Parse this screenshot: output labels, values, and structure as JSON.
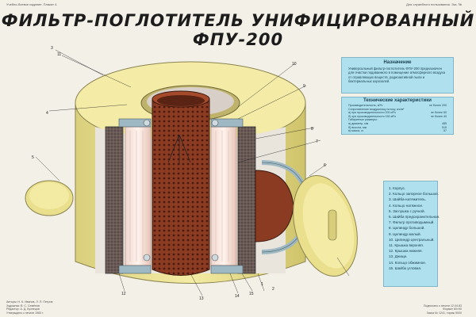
{
  "header": {
    "left_note": "Учебно-боевое издание. Плакат 4.",
    "right_note": "Для служебного пользования. Экз. №",
    "title": "ФИЛЬТР-ПОГЛОТИТЕЛЬ УНИФИЦИРОВАННЫЙ ФПУ-200"
  },
  "purpose": {
    "heading": "Назначение",
    "text": "Универсальный фильтр-поглотитель ФПУ-200 предназначен для очистки подаваемого в помещение атмосферного воздуха от отравляющих веществ, радиоактивной пыли и бактериальных аэрозолей."
  },
  "specs": {
    "heading": "Технические характеристики",
    "rows": [
      {
        "label": "Производительность, м³/ч",
        "value": "не более 200"
      },
      {
        "label": "Сопротивление воздушному потоку, кгс/м²",
        "value": ""
      },
      {
        "label": "а) при производительности 200 м³/ч",
        "value": "не более 60"
      },
      {
        "label": "б) при производительности 150 м³/ч",
        "value": "не более 40"
      },
      {
        "label": "Габаритные размеры:",
        "value": ""
      },
      {
        "label": "а) диаметр, мм",
        "value": "485"
      },
      {
        "label": "б) высота, мм",
        "value": "515"
      },
      {
        "label": "в) масса, кг",
        "value": "57"
      }
    ]
  },
  "legend": {
    "items": [
      "1. Корпус.",
      "2. Кольцо запорное большое.",
      "3. Шайба-натяжитель.",
      "4. Кольцо натяжное.",
      "5. Заглушка с ручкой.",
      "6. Шайба предохранительная.",
      "7. Фильтр противодымный.",
      "8. Цилиндр большой.",
      "9. Цилиндр малый.",
      "10. Цилиндр центральный.",
      "11. Крышка верхняя.",
      "12. Крышка нижняя.",
      "13. Днище.",
      "14. Кольцо обжимное.",
      "15. Шайба угловая."
    ]
  },
  "callouts": [
    "1",
    "2",
    "3",
    "4",
    "5",
    "6",
    "7",
    "8",
    "9",
    "10",
    "11",
    "12",
    "13",
    "14",
    "15"
  ],
  "footer": {
    "left": "Авторы: Н. К. Иванов, Л. П. Петров\nХудожник: В. С. Семёнов\nРедактор: А. Д. Кузнецов\nУтверждено к печати 1983 г.",
    "right": "Подписано к печати 12.04.83\nФормат 60×90\nЗаказ № 1241, тираж 5000"
  },
  "colors": {
    "body_yellow": "#f0e79a",
    "filter_brown": "#8b3b22",
    "panel_blue": "#aee0ee",
    "steel": "#9fb9c4"
  }
}
